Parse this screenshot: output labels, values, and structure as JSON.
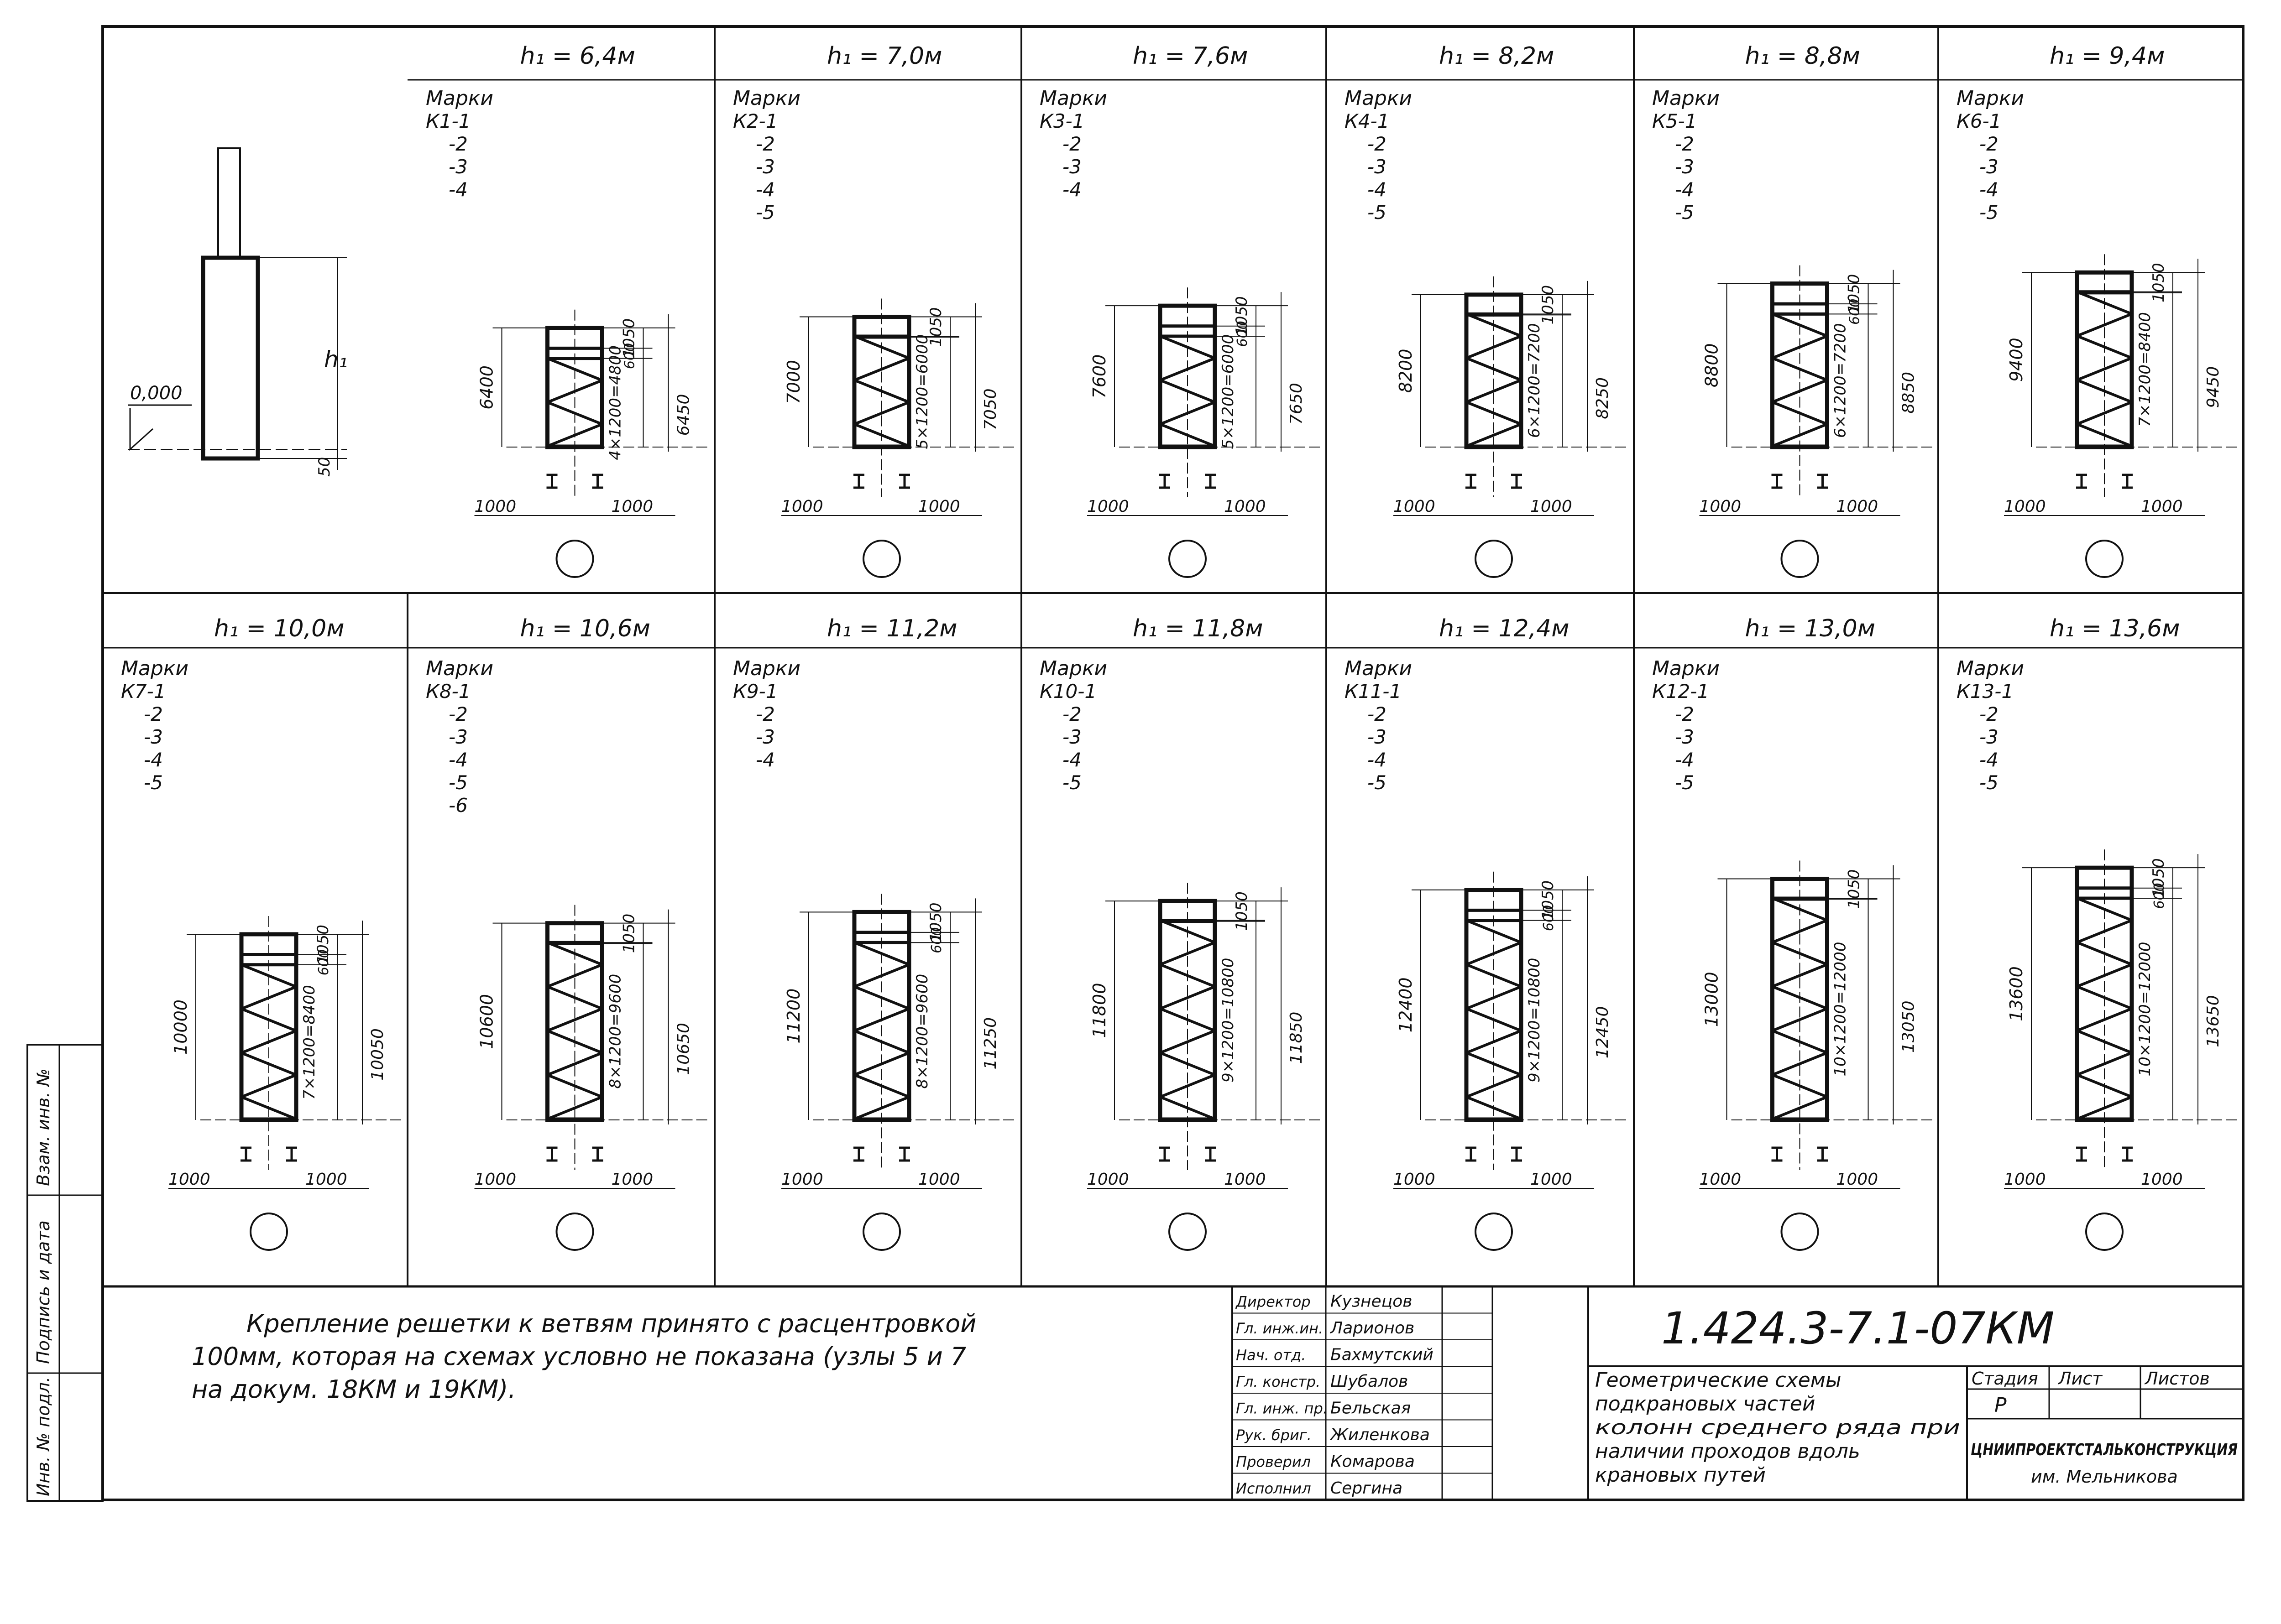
{
  "sheet": {
    "note": [
      "Крепление   решетки  к ветвям   принято  с  расцентровкой",
      "100мм,  которая   на  схемах  условно  не  показана (узлы  5 и 7",
      "на  докум.  18КМ  и  19КМ)."
    ],
    "doc_code": "1.424.3-7.1-07КМ",
    "title_lines": [
      "Геометрические  схемы",
      "подкрановых   частей",
      "колонн  среднего  ряда при",
      "наличии  проходов  вдоль",
      "крановых   путей"
    ],
    "stage_label": "Стадия",
    "sheet_label": "Лист",
    "sheets_label": "Листов",
    "stage_value": "Р",
    "org": "ЦНИИПРОЕКТСТАЛЬКОНСТРУКЦИЯ",
    "org_sub": "им. Мельникова",
    "signers": [
      {
        "role": "Директор",
        "name": "Кузнецов"
      },
      {
        "role": "Гл. инж.ин.",
        "name": "Ларионов"
      },
      {
        "role": "Нач. отд.",
        "name": "Бахмутский"
      },
      {
        "role": "Гл. констр.",
        "name": "Шубалов"
      },
      {
        "role": "Гл. инж. пр.",
        "name": "Бельская"
      },
      {
        "role": "Рук. бриг.",
        "name": "Жиленкова"
      },
      {
        "role": "Проверил",
        "name": "Комарова"
      },
      {
        "role": "Исполнил",
        "name": "Сергина"
      }
    ],
    "margin_labels": [
      "Взам. инв. №",
      "Подпись и дата",
      "Инв. № подл."
    ]
  },
  "elevation_label": "0,000",
  "h1_symbol": "h₁",
  "base_offset": "50",
  "marks_label": "Марки",
  "offset_left": "1000",
  "offset_right": "1000",
  "schemes": [
    {
      "h": "h₁ = 6,4м",
      "marks": [
        "К1-1",
        "-2",
        "-3",
        "-4"
      ],
      "height": "6400",
      "top": "1050",
      "panel": "600",
      "lattice": "4×1200=4800",
      "total": "6450"
    },
    {
      "h": "h₁ = 7,0м",
      "marks": [
        "К2-1",
        "-2",
        "-3",
        "-4",
        "-5"
      ],
      "height": "7000",
      "top": "1050",
      "panel": "",
      "lattice": "5×1200=6000",
      "total": "7050"
    },
    {
      "h": "h₁ = 7,6м",
      "marks": [
        "К3-1",
        "-2",
        "-3",
        "-4"
      ],
      "height": "7600",
      "top": "1050",
      "panel": "600",
      "lattice": "5×1200=6000",
      "total": "7650"
    },
    {
      "h": "h₁ = 8,2м",
      "marks": [
        "К4-1",
        "-2",
        "-3",
        "-4",
        "-5"
      ],
      "height": "8200",
      "top": "1050",
      "panel": "",
      "lattice": "6×1200=7200",
      "total": "8250"
    },
    {
      "h": "h₁ = 8,8м",
      "marks": [
        "К5-1",
        "-2",
        "-3",
        "-4",
        "-5"
      ],
      "height": "8800",
      "top": "1050",
      "panel": "600",
      "lattice": "6×1200=7200",
      "total": "8850"
    },
    {
      "h": "h₁ = 9,4м",
      "marks": [
        "К6-1",
        "-2",
        "-3",
        "-4",
        "-5"
      ],
      "height": "9400",
      "top": "1050",
      "panel": "",
      "lattice": "7×1200=8400",
      "total": "9450"
    },
    {
      "h": "h₁ = 10,0м",
      "marks": [
        "К7-1",
        "-2",
        "-3",
        "-4",
        "-5"
      ],
      "height": "10000",
      "top": "1050",
      "panel": "600",
      "lattice": "7×1200=8400",
      "total": "10050"
    },
    {
      "h": "h₁ = 10,6м",
      "marks": [
        "К8-1",
        "-2",
        "-3",
        "-4",
        "-5",
        "-6"
      ],
      "height": "10600",
      "top": "1050",
      "panel": "",
      "lattice": "8×1200=9600",
      "total": "10650"
    },
    {
      "h": "h₁ = 11,2м",
      "marks": [
        "К9-1",
        "-2",
        "-3",
        "-4"
      ],
      "height": "11200",
      "top": "1050",
      "panel": "600",
      "lattice": "8×1200=9600",
      "total": "11250"
    },
    {
      "h": "h₁ = 11,8м",
      "marks": [
        "К10-1",
        "-2",
        "-3",
        "-4",
        "-5"
      ],
      "height": "11800",
      "top": "1050",
      "panel": "",
      "lattice": "9×1200=10800",
      "total": "11850"
    },
    {
      "h": "h₁ = 12,4м",
      "marks": [
        "К11-1",
        "-2",
        "-3",
        "-4",
        "-5"
      ],
      "height": "12400",
      "top": "1050",
      "panel": "600",
      "lattice": "9×1200=10800",
      "total": "12450"
    },
    {
      "h": "h₁ = 13,0м",
      "marks": [
        "К12-1",
        "-2",
        "-3",
        "-4",
        "-5"
      ],
      "height": "13000",
      "top": "1050",
      "panel": "",
      "lattice": "10×1200=12000",
      "total": "13050"
    },
    {
      "h": "h₁ = 13,6м",
      "marks": [
        "К13-1",
        "-2",
        "-3",
        "-4",
        "-5"
      ],
      "height": "13600",
      "top": "1050",
      "panel": "600",
      "lattice": "10×1200=12000",
      "total": "13650"
    }
  ]
}
